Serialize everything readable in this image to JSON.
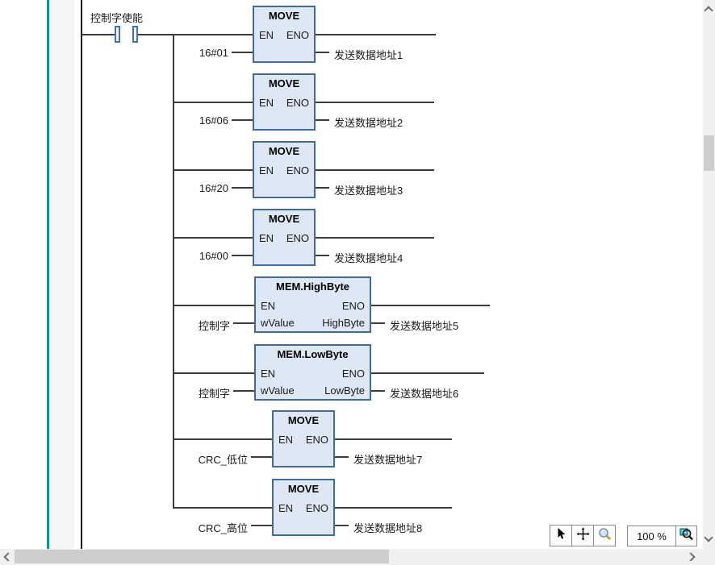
{
  "editor": {
    "contact_label": "控制字使能",
    "blocks": [
      {
        "title": "MOVE",
        "pin_en": "EN",
        "pin_eno": "ENO",
        "input": "16#01",
        "output": "发送数据地址1"
      },
      {
        "title": "MOVE",
        "pin_en": "EN",
        "pin_eno": "ENO",
        "input": "16#06",
        "output": "发送数据地址2"
      },
      {
        "title": "MOVE",
        "pin_en": "EN",
        "pin_eno": "ENO",
        "input": "16#20",
        "output": "发送数据地址3"
      },
      {
        "title": "MOVE",
        "pin_en": "EN",
        "pin_eno": "ENO",
        "input": "16#00",
        "output": "发送数据地址4"
      },
      {
        "title": "MEM.HighByte",
        "pin_en": "EN",
        "pin_eno": "ENO",
        "pin_in2": "wValue",
        "pin_out2": "HighByte",
        "input": "控制字",
        "output": "发送数据地址5"
      },
      {
        "title": "MEM.LowByte",
        "pin_en": "EN",
        "pin_eno": "ENO",
        "pin_in2": "wValue",
        "pin_out2": "LowByte",
        "input": "控制字",
        "output": "发送数据地址6"
      },
      {
        "title": "MOVE",
        "pin_en": "EN",
        "pin_eno": "ENO",
        "input": "CRC_低位",
        "output": "发送数据地址7"
      },
      {
        "title": "MOVE",
        "pin_en": "EN",
        "pin_eno": "ENO",
        "input": "CRC_高位",
        "output": "发送数据地址8"
      }
    ]
  },
  "toolbar": {
    "zoom_value": "100 %",
    "icons": [
      "select-cursor-icon",
      "pan-move-icon",
      "zoom-magnifier-icon",
      "zoom-fit-icon"
    ]
  },
  "colors": {
    "block_fill": "#dee8f5",
    "block_border": "#44699d",
    "wire": "#3c3c3c",
    "gutter_accent": "#17948a",
    "scrollbar_track": "#f0f0f0",
    "scrollbar_thumb": "#cdcdcd"
  }
}
